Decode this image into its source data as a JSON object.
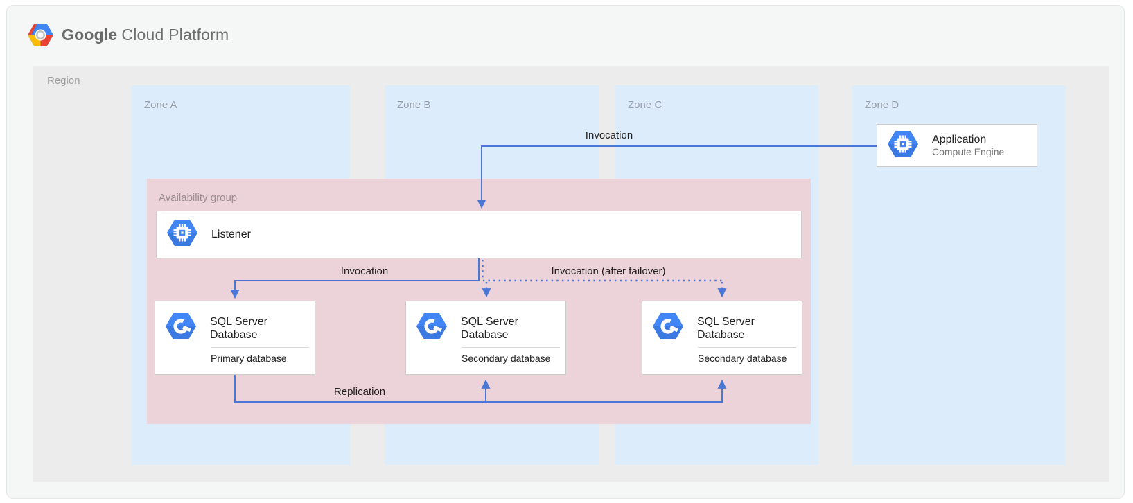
{
  "header": {
    "logo_google": "Google",
    "logo_rest": "Cloud Platform",
    "logo_icon": "gcp-hexagon-logo"
  },
  "region": {
    "label": "Region"
  },
  "zones": [
    {
      "label": "Zone A"
    },
    {
      "label": "Zone B"
    },
    {
      "label": "Zone C"
    },
    {
      "label": "Zone D"
    }
  ],
  "availability_group": {
    "label": "Availability group"
  },
  "nodes": {
    "application": {
      "title": "Application",
      "subtitle": "Compute Engine",
      "icon": "compute-engine-icon"
    },
    "listener": {
      "title": "Listener",
      "icon": "compute-engine-icon"
    },
    "db_primary": {
      "title": "SQL Server Database",
      "subtitle": "Primary database",
      "icon": "sql-database-icon"
    },
    "db_secondary_b": {
      "title": "SQL Server Database",
      "subtitle": "Secondary database",
      "icon": "sql-database-icon"
    },
    "db_secondary_c": {
      "title": "SQL Server Database",
      "subtitle": "Secondary database",
      "icon": "sql-database-icon"
    }
  },
  "edges": {
    "invocation_app_to_listener": "Invocation",
    "invocation_listener_to_primary": "Invocation",
    "invocation_after_failover": "Invocation (after failover)",
    "replication": "Replication"
  },
  "colors": {
    "card_bg": "#f5f6f6",
    "region_bg": "#ececec",
    "zone_bg": "#ddecfb",
    "availability_bg": "#ecd2d9",
    "arrow_blue": "#4a76d6",
    "icon_blue": "#4285f4",
    "icon_blue_shade": "#2f63c4"
  }
}
